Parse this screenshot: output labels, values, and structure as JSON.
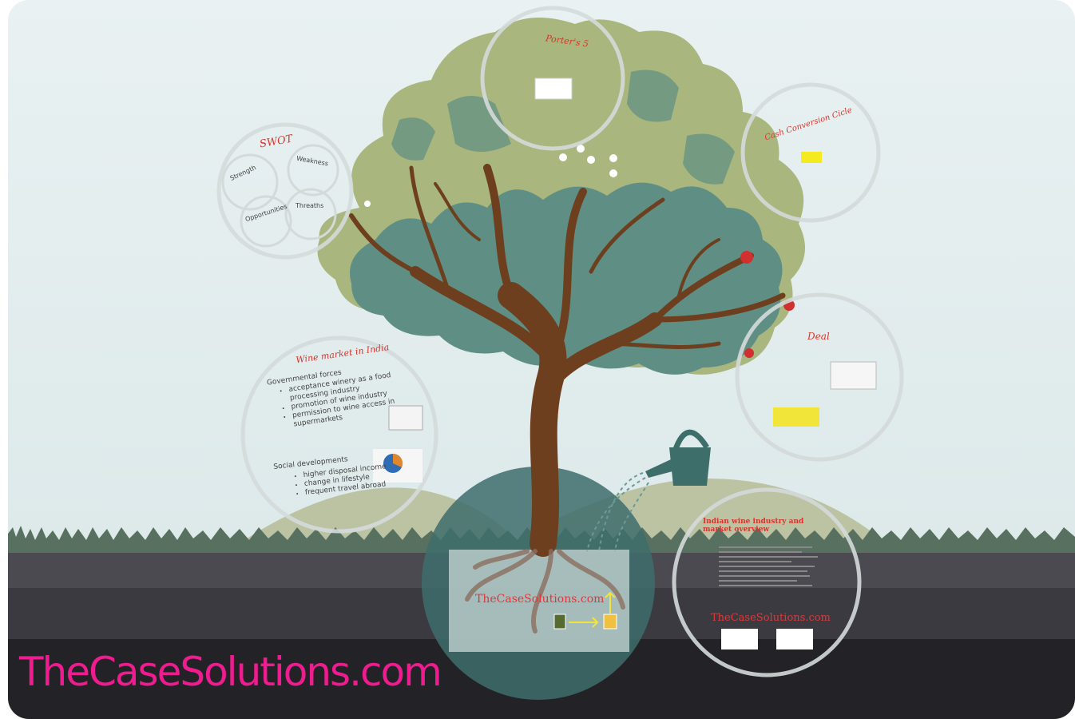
{
  "brand": "TheCaseSolutions.com",
  "frames": {
    "porters": {
      "title": "Porter's 5"
    },
    "ccc": {
      "title": "Cash Conversion Cicle"
    },
    "swot": {
      "title": "SWOT",
      "strength": "Strength",
      "weakness": "Weakness",
      "opportunities": "Opportunities",
      "threaths": "Threaths"
    },
    "deal": {
      "title": "Deal"
    },
    "wine_market": {
      "title": "Wine market in India",
      "gov_heading": "Governmental forces",
      "gov_items": [
        "acceptance winery as a food processing industry",
        "promotion of wine industry",
        "permission to wine access in supermarkets"
      ],
      "social_heading": "Social developments",
      "social_items": [
        "higher disposal income",
        "change in lifestyle",
        "frequent travel abroad"
      ]
    },
    "industry": {
      "title": "Indian wine industry and market overview",
      "watermark": "TheCaseSolutions.com"
    },
    "roots": {
      "watermark": "TheCaseSolutions.com"
    }
  },
  "colors": {
    "sky": "#e4eef0",
    "foliage_light": "#aab77e",
    "foliage_dark": "#5e8f84",
    "trunk": "#7b4a26",
    "ground_dark": "#26262b",
    "grass": "#58705f",
    "brand": "#ee1c8f",
    "title_red": "#d9342b",
    "watering_can": "#3d6e6a"
  }
}
